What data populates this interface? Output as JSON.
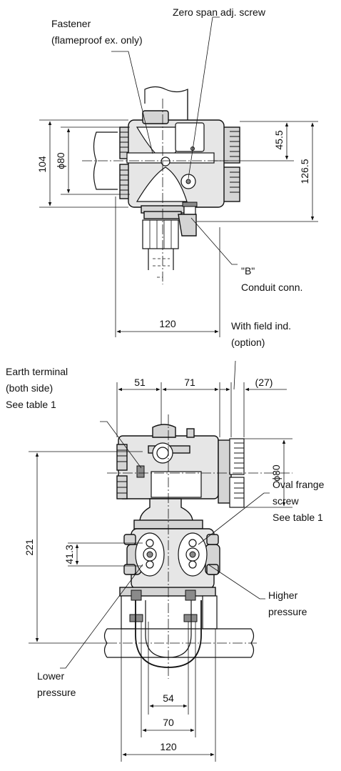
{
  "annotations": {
    "zero_span": "Zero span adj. screw",
    "fastener_1": "Fastener",
    "fastener_2": "(flameproof ex. only)",
    "b_mark": "\"B\"",
    "conduit": "Conduit conn.",
    "field_ind_1": "With field ind.",
    "field_ind_2": "(option)",
    "earth_1": "Earth terminal",
    "earth_2": "(both side)",
    "earth_3": "See table 1",
    "oval_1": "Oval frange",
    "oval_2": "screw",
    "oval_3": "See table 1",
    "higher_1": "Higher",
    "higher_2": "pressure",
    "lower_1": "Lower",
    "lower_2": "pressure"
  },
  "dimensions": {
    "d104": "104",
    "d80_top": "ϕ80",
    "d45_5": "45.5",
    "d126_5": "126.5",
    "d120_top": "120",
    "d51": "51",
    "d71": "71",
    "d27": "(27)",
    "d80_side": "ϕ80",
    "d221": "221",
    "d41_3": "41.3",
    "d54": "54",
    "d70": "70",
    "d120_bottom": "120"
  }
}
